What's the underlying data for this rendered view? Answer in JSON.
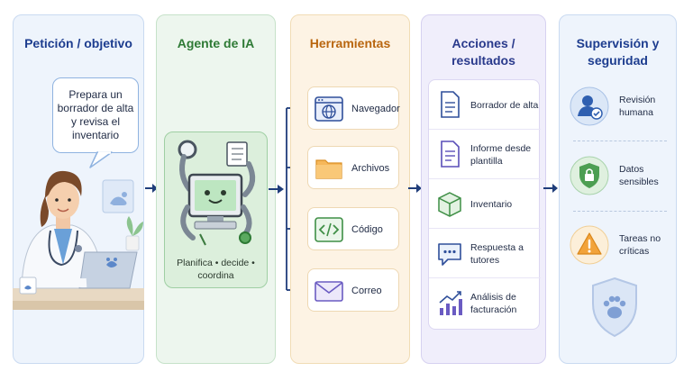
{
  "columns": {
    "request": {
      "title": "Petición / objetivo",
      "bubble": "Prepara un borrador de alta y revisa el inventario"
    },
    "agent": {
      "title": "Agente de IA",
      "caption": "Planifica • decide • coordina"
    },
    "tools": {
      "title": "Herramientas",
      "items": [
        {
          "label": "Navegador",
          "icon": "globe-browser-icon"
        },
        {
          "label": "Archivos",
          "icon": "folder-icon"
        },
        {
          "label": "Código",
          "icon": "code-icon"
        },
        {
          "label": "Correo",
          "icon": "envelope-icon"
        }
      ]
    },
    "actions": {
      "title": "Acciones / resultados",
      "items": [
        {
          "label": "Borrador de alta",
          "icon": "document-icon"
        },
        {
          "label": "Informe desde plantilla",
          "icon": "report-icon"
        },
        {
          "label": "Inventario",
          "icon": "box-icon"
        },
        {
          "label": "Respuesta a tutores",
          "icon": "chat-icon"
        },
        {
          "label": "Análisis de facturación",
          "icon": "bar-chart-icon"
        }
      ]
    },
    "supervision": {
      "title": "Supervisión y seguridad",
      "items": [
        {
          "label": "Revisión humana",
          "icon": "user-check-icon"
        },
        {
          "label": "Datos sensibles",
          "icon": "shield-lock-icon"
        },
        {
          "label": "Tareas no críticas",
          "icon": "warning-icon"
        }
      ]
    }
  },
  "colors": {
    "blue": "#1d3d8f",
    "green": "#2e7a35",
    "orange": "#b9660f",
    "purple": "#2a3a8c",
    "arrow": "#1f3d7a"
  }
}
